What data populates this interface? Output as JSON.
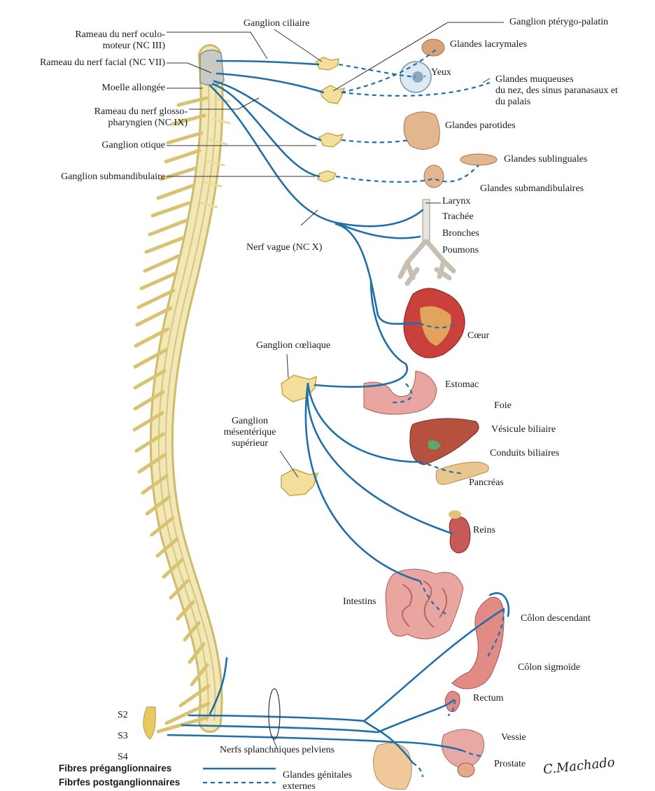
{
  "colors": {
    "nerve": "#1f6fa8",
    "spine": "#efe3a8",
    "spine_stroke": "#cdbb6a",
    "ganglion": "#f3df9b",
    "organ_pink": "#e9a6a0",
    "organ_dark": "#c46a5e",
    "gland": "#dfb58c"
  },
  "labels": {
    "oculomoteur": "Rameau du nerf oculo-",
    "oculomoteur2": "moteur (NC III)",
    "facial": "Rameau du nerf facial (NC VII)",
    "moelle": "Moelle allongée",
    "glosso1": "Rameau du nerf glosso-",
    "glosso2": "pharyngien (NC IX)",
    "otique": "Ganglion otique",
    "submandibulaire": "Ganglion submandibulaire",
    "ciliaire": "Ganglion ciliaire",
    "pterygo": "Ganglion ptérygo-palatin",
    "lacrymales": "Glandes lacrymales",
    "yeux": "Yeux",
    "muqueuses1": "Glandes muqueuses",
    "muqueuses2": "du nez, des sinus paranasaux et",
    "muqueuses3": "du palais",
    "parotides": "Glandes parotides",
    "sublinguales": "Glandes sublinguales",
    "submandibulaires": "Glandes submandibulaires",
    "larynx": "Larynx",
    "trachee": "Trachée",
    "bronches": "Bronches",
    "poumons": "Poumons",
    "vague": "Nerf vague (NC X)",
    "coeur": "Cœur",
    "coeliaque": "Ganglion cœliaque",
    "estomac": "Estomac",
    "foie": "Foie",
    "vesicule": "Vésicule biliaire",
    "conduits": "Conduits biliaires",
    "pancreas": "Pancréas",
    "mesent1": "Ganglion",
    "mesent2": "mésentérique",
    "mesent3": "supérieur",
    "reins": "Reins",
    "intestins": "Intestins",
    "colon_desc": "Côlon descendant",
    "colon_sig": "Côlon sigmoïde",
    "rectum": "Rectum",
    "vessie": "Vessie",
    "prostate": "Prostate",
    "s2": "S2",
    "s3": "S3",
    "s4": "S4",
    "splanch": "Nerfs splanchniques pelviens",
    "genitales1": "Glandes génitales",
    "genitales2": "externes"
  },
  "legend": {
    "pre": "Fibres préganglionnaires",
    "post": "Fibrfes postganglionnaires"
  },
  "signature": "C.Machado"
}
